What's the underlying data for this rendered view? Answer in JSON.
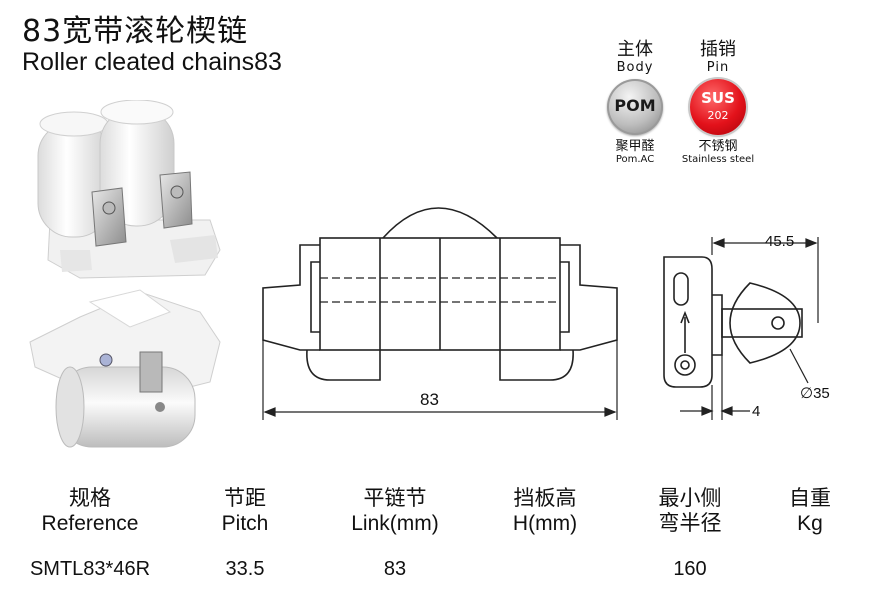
{
  "title": {
    "cn": "83宽带滚轮楔链",
    "en": "Roller cleated chains83"
  },
  "materials": {
    "body": {
      "cn": "主体",
      "en": "Body",
      "badge": "POM",
      "sub_cn": "聚甲醛",
      "sub_en": "Pom.AC"
    },
    "pin": {
      "cn": "插销",
      "en": "Pin",
      "badge": "SUS",
      "badge_sub": "202",
      "sub_cn": "不锈钢",
      "sub_en": "Stainless steel"
    }
  },
  "drawing": {
    "front_width": "83",
    "side_width": "45.5",
    "side_offset": "4",
    "roller_diameter": "∅35"
  },
  "spec_table": {
    "headers": [
      {
        "cn": "规格",
        "en": "Reference"
      },
      {
        "cn": "节距",
        "en": "Pitch"
      },
      {
        "cn": "平链节",
        "en": "Link(mm)"
      },
      {
        "cn": "挡板高",
        "en": "H(mm)"
      },
      {
        "cn": "最小侧",
        "en": "弯半径"
      },
      {
        "cn": "自重",
        "en": "Kg"
      }
    ],
    "rows": [
      {
        "reference": "SMTL83*46R",
        "pitch": "33.5",
        "link": "83",
        "height": "",
        "radius": "160",
        "weight": ""
      }
    ]
  },
  "colors": {
    "pom_badge": "#bdbdbd",
    "sus_badge": "#e3121b",
    "line": "#222222"
  }
}
